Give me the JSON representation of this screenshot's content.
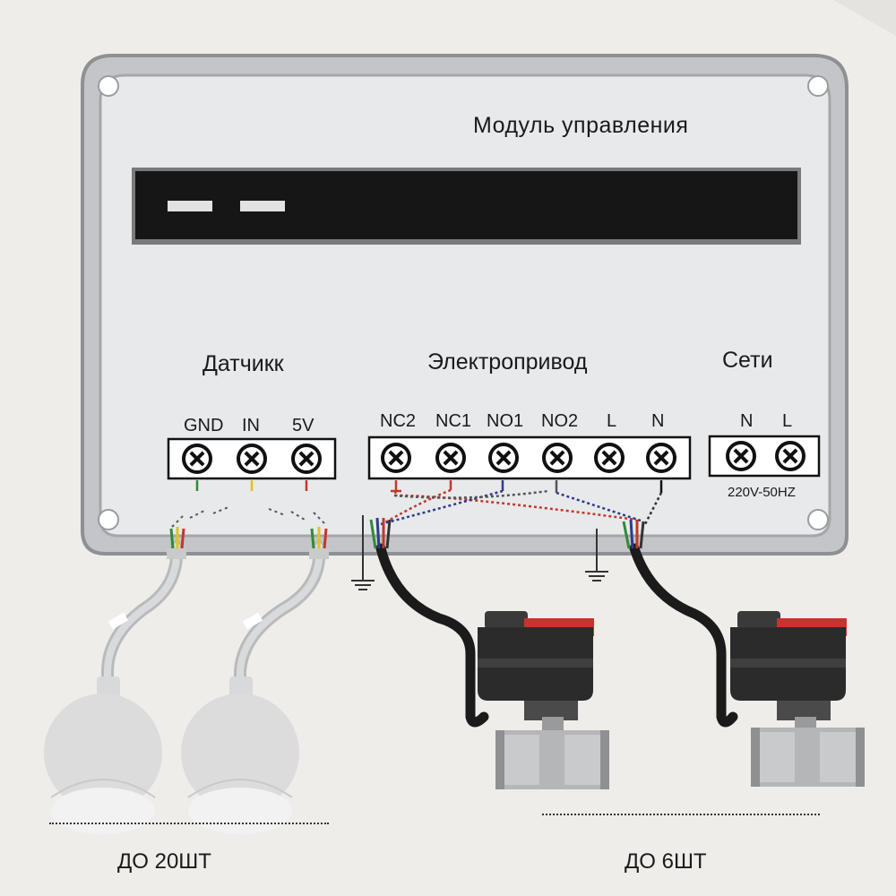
{
  "module": {
    "title": "Модуль управления"
  },
  "groups": {
    "sensor": {
      "title": "Датчикк",
      "terminals": [
        "GND",
        "IN",
        "5V"
      ]
    },
    "actuator": {
      "title": "Электропривод",
      "terminals": [
        "NC2",
        "NC1",
        "NO1",
        "NO2",
        "L",
        "N"
      ]
    },
    "mains": {
      "title": "Сети",
      "terminals": [
        "N",
        "L"
      ],
      "rating": "220V-50HZ"
    }
  },
  "captions": {
    "sensors_count": "ДО 20ШТ",
    "valves_count": "ДО 6ШТ"
  },
  "colors": {
    "enclosure": "#e6e7e8",
    "enclosure_border": "#8e9093",
    "display": "#161616",
    "valve_body": "#2b2b2b",
    "valve_cap": "#c9332d",
    "sensor_disc": "#dcdcdc",
    "wire_red": "#c0392b",
    "wire_blue": "#2d3c8c",
    "wire_green": "#2f8a3a",
    "wire_yellow": "#e2c21b"
  }
}
